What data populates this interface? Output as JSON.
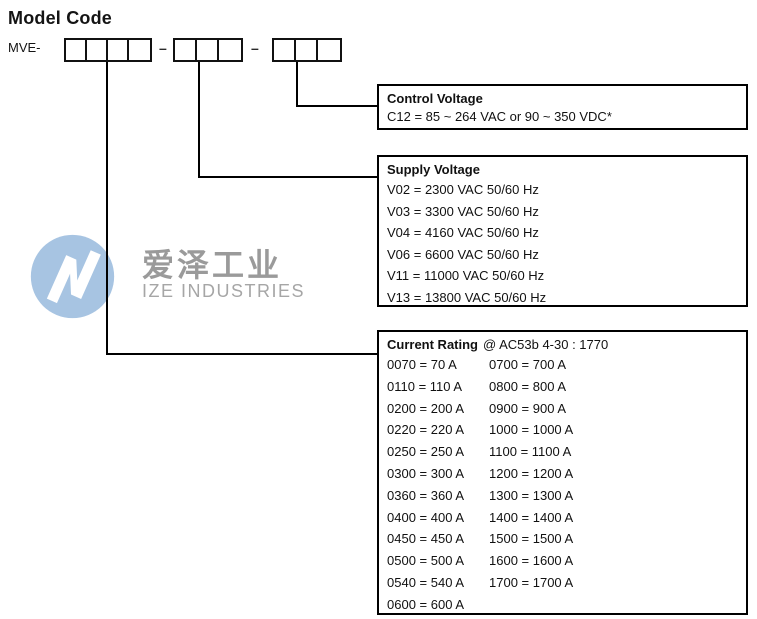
{
  "title": "Model Code",
  "prefix": "MVE-",
  "separator": "–",
  "control_voltage": {
    "title": "Control Voltage",
    "rows": [
      "C12 = 85 ~ 264 VAC or 90 ~ 350 VDC*"
    ]
  },
  "supply_voltage": {
    "title": "Supply Voltage",
    "rows": [
      "V02 = 2300 VAC 50/60 Hz",
      "V03 = 3300 VAC 50/60 Hz",
      "V04 = 4160 VAC 50/60 Hz",
      "V06 = 6600 VAC 50/60 Hz",
      "V11 = 11000 VAC 50/60 Hz",
      "V13 = 13800 VAC 50/60 Hz"
    ]
  },
  "current_rating": {
    "title": "Current Rating",
    "title_suffix": "@ AC53b 4-30 : 1770",
    "left_rows": [
      "0070 = 70 A",
      "0110 = 110 A",
      "0200 = 200 A",
      "0220 = 220 A",
      "0250 = 250 A",
      "0300 = 300 A",
      "0360 = 360 A",
      "0400 = 400 A",
      "0450 = 450 A",
      "0500 = 500 A",
      "0540 = 540 A",
      "0600 = 600 A"
    ],
    "right_rows": [
      "0700 = 700 A",
      "0800 = 800 A",
      "0900 = 900 A",
      "1000 = 1000 A",
      "1100 = 1100 A",
      "1200 = 1200 A",
      "1300 = 1300 A",
      "1400 = 1400 A",
      "1500 = 1500 A",
      "1600 = 1600 A",
      "1700 = 1700 A"
    ]
  },
  "watermark": {
    "cn_text": "爱泽工业",
    "en_text": "IZE INDUSTRIES",
    "logo_color": "#a7c4e2",
    "cn_color": "#9a9a9a",
    "en_color": "#a6a6a6"
  }
}
